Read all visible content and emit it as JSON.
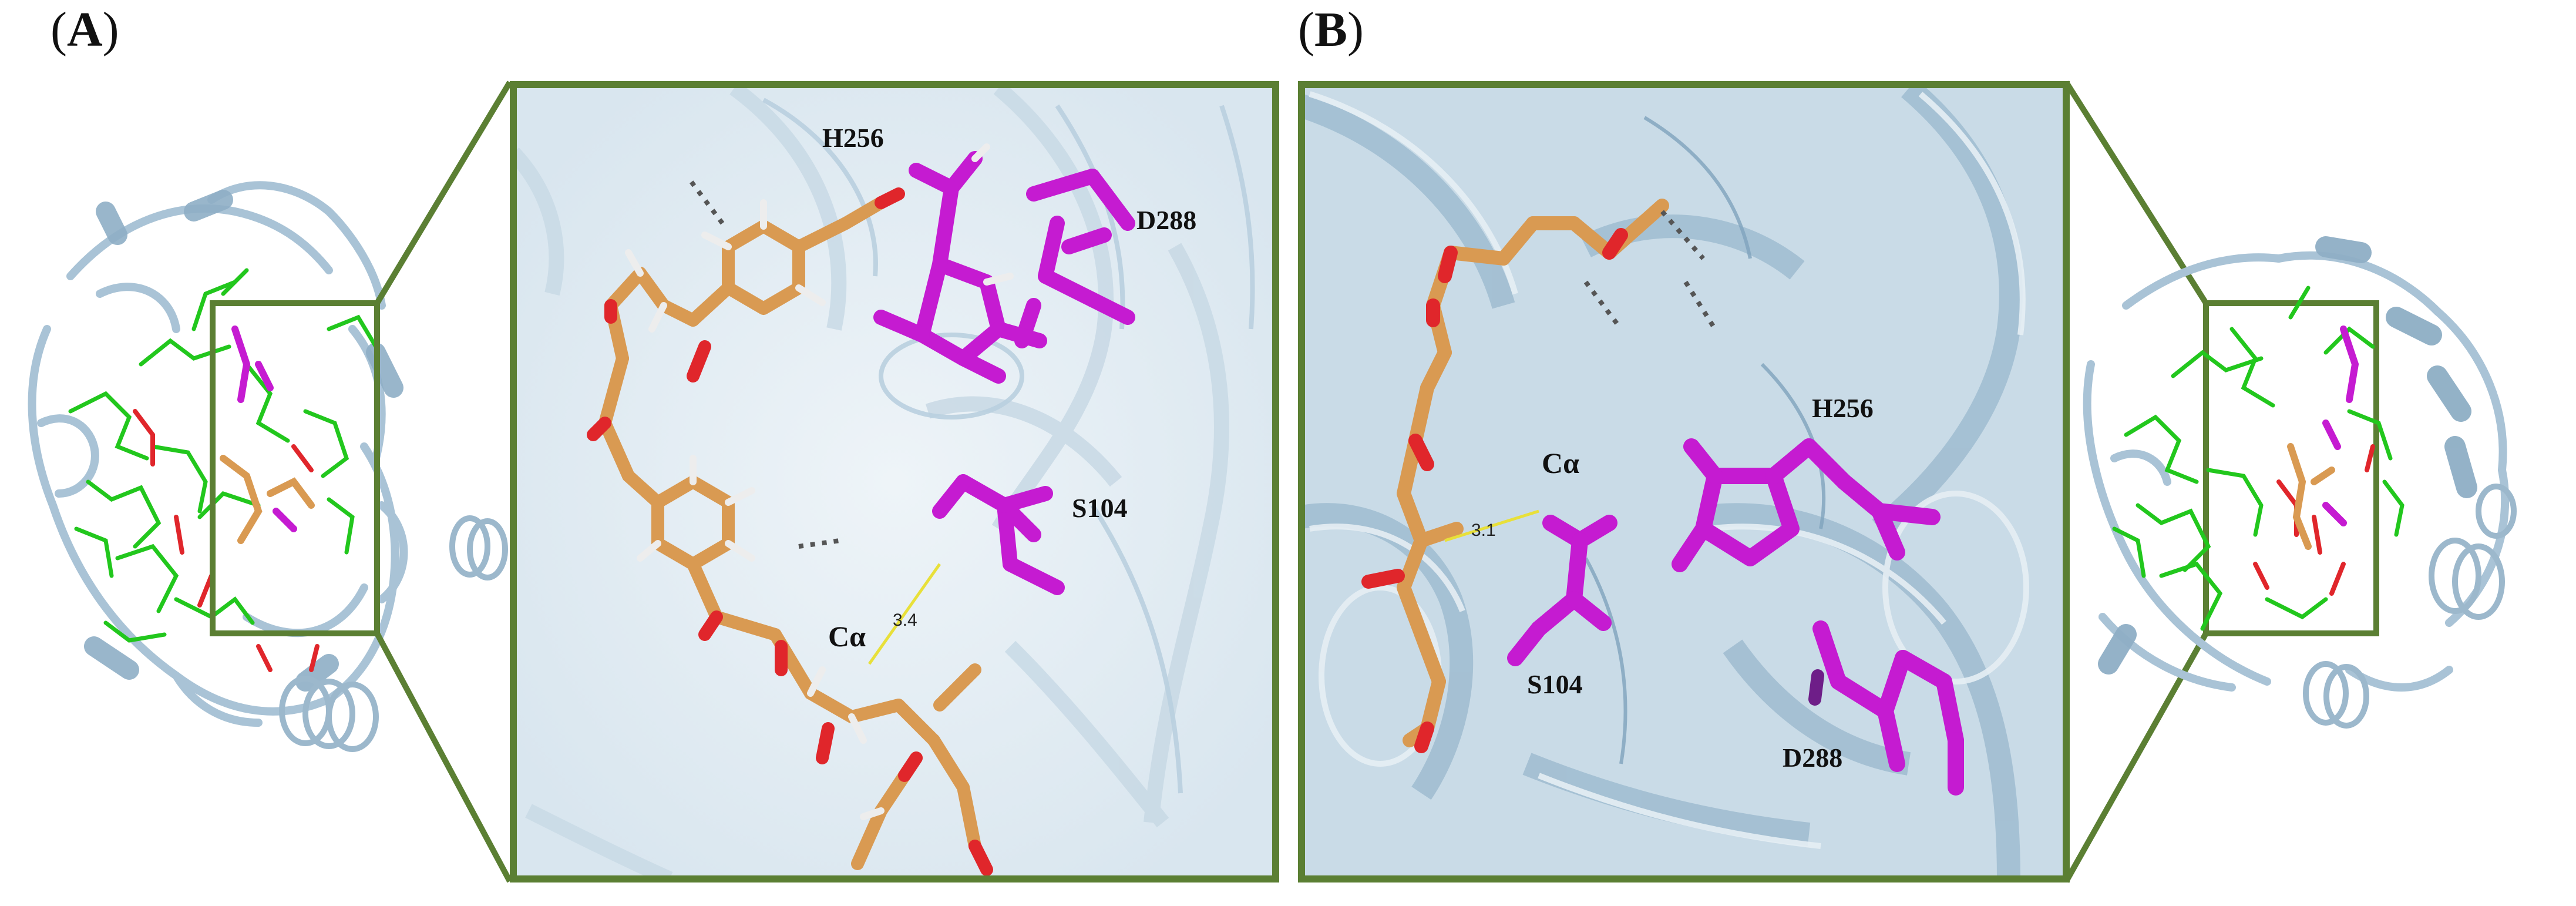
{
  "panels": [
    {
      "id": "A",
      "label": "(A)",
      "label_letter": "A",
      "residues": [
        "H256",
        "D288",
        "S104"
      ],
      "alpha_label": "Cα",
      "distance": "3.4"
    },
    {
      "id": "B",
      "label": "(B)",
      "label_letter": "B",
      "residues": [
        "H256",
        "S104",
        "D288"
      ],
      "alpha_label": "Cα",
      "distance": "3.1"
    }
  ],
  "colors": {
    "frame": "#5b7f33",
    "protein": "#aac4d6",
    "ligand": "#d99a52",
    "catalytic": "#c51bd1",
    "binding_residues": "#22c71d",
    "oxygen": "#e0262b",
    "hydrogen": "#ececec",
    "hbond": "#e8e03a"
  }
}
